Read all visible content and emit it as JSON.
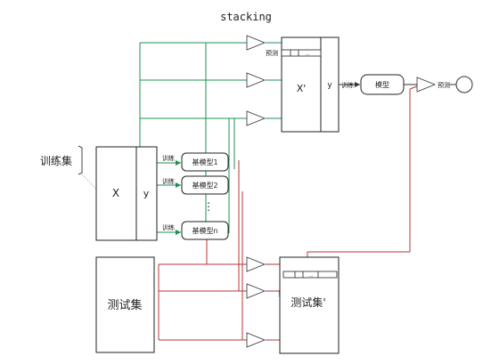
{
  "title": "stacking",
  "train_set": {
    "label": "训练集",
    "x": "X",
    "y": "y"
  },
  "base_models": [
    "基模型1",
    "基模型2",
    "基模型n"
  ],
  "vdots": "⋮",
  "train_label": "训练",
  "predict_label": "预测",
  "dots": "...",
  "stacked_train": {
    "x": "X'",
    "y": "y"
  },
  "meta_model": "模型",
  "test_set": {
    "label": "测试集",
    "stacked": "测试集'"
  }
}
